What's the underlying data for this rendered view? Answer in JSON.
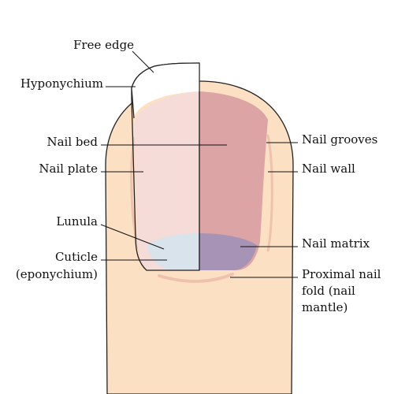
{
  "labels": {
    "free_edge": "Free edge",
    "hyponychium": "Hyponychium",
    "nail_bed": "Nail bed",
    "nail_plate": "Nail plate",
    "lunula": "Lunula",
    "cuticle_line1": "Cuticle",
    "cuticle_line2": "(eponychium)",
    "nail_grooves": "Nail grooves",
    "nail_wall": "Nail wall",
    "nail_matrix": "Nail matrix",
    "proximal_line1": "Proximal nail",
    "proximal_line2": "fold (nail",
    "proximal_line3": "mantle)"
  },
  "colors": {
    "skin": "#fce0c4",
    "skin_outline": "#222222",
    "nail_plate_left": "#f5dcd8",
    "nail_bed_right": "#dca4a4",
    "lunula_left": "#d9e3ec",
    "matrix_right": "#a693b5",
    "fold_line": "#efc2b0"
  }
}
